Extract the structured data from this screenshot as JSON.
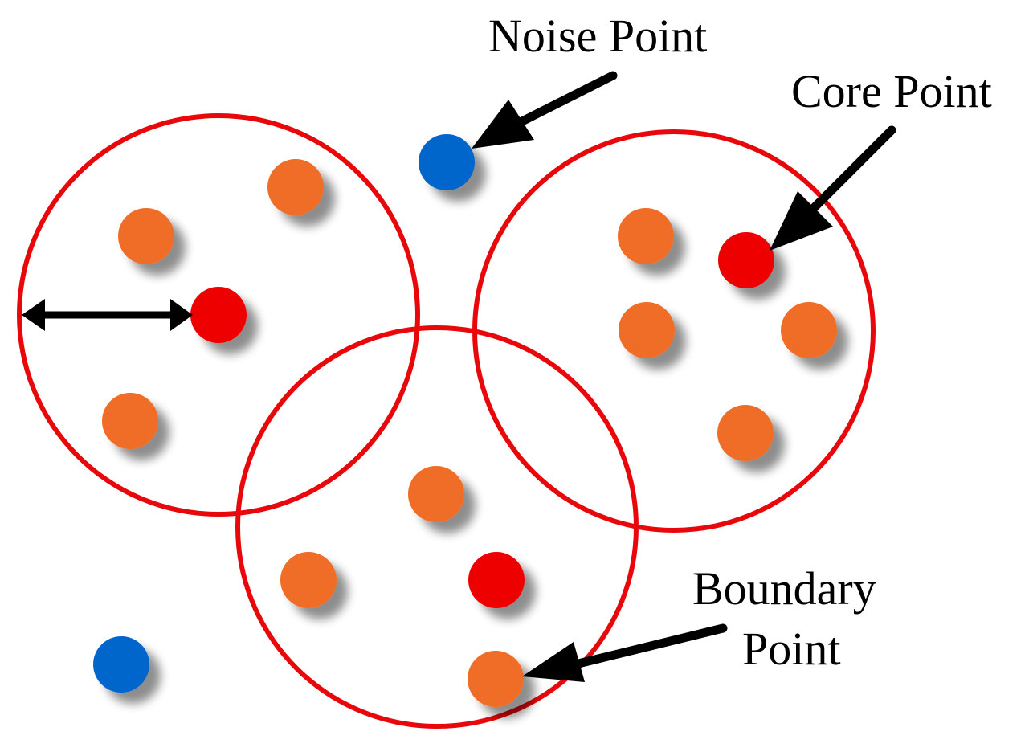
{
  "labels": {
    "noise_point": "Noise Point",
    "core_point": "Core Point",
    "boundary_line1": "Boundary",
    "boundary_line2": "Point"
  },
  "legend_colors": {
    "neighborhood_circle": "#e8080c",
    "core_point": "#ee0000",
    "border_point": "#ef6d26",
    "noise_point": "#0066cc",
    "arrow": "#000000"
  },
  "point_types": {
    "core": "core_point",
    "border": "border_point",
    "noise": "noise_point"
  }
}
